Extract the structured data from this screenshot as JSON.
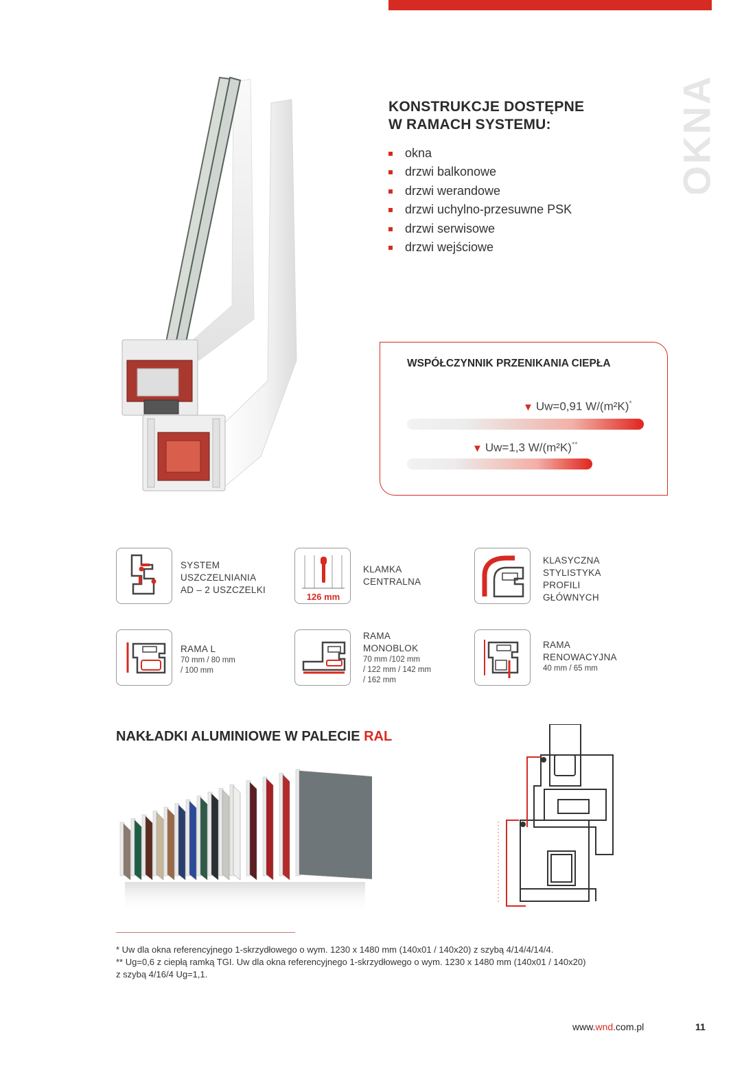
{
  "side_label": "OKNA",
  "constructions": {
    "title_line1": "KONSTRUKCJE DOSTĘPNE",
    "title_line2": "W RAMACH SYSTEMU:",
    "items": [
      "okna",
      "drzwi balkonowe",
      "drzwi werandowe",
      "drzwi uchylno-przesuwne PSK",
      "drzwi serwisowe",
      "drzwi wejściowe"
    ]
  },
  "heat": {
    "title": "WSPÓŁCZYNNIK PRZENIKANIA CIEPŁA",
    "value1": "Uw=0,91 W/(m²K)",
    "mark1": "*",
    "value2": "Uw=1,3 W/(m²K)",
    "mark2": "**"
  },
  "features": {
    "f1": {
      "lines": [
        "SYSTEM",
        "USZCZELNIANIA",
        "AD – 2 USZCZELKI"
      ]
    },
    "f2": {
      "lines": [
        "KLAMKA",
        "CENTRALNA"
      ],
      "badge": "126 mm"
    },
    "f3": {
      "lines": [
        "KLASYCZNA",
        "STYLISTYKA",
        "PROFILI",
        "GŁÓWNYCH"
      ]
    },
    "f4": {
      "lines": [
        "RAMA L"
      ],
      "sub": [
        "70 mm / 80 mm",
        "/ 100 mm"
      ]
    },
    "f5": {
      "lines": [
        "RAMA",
        "MONOBLOK"
      ],
      "sub": [
        "70 mm /102 mm",
        "/ 122 mm / 142 mm",
        "/ 162 mm"
      ]
    },
    "f6": {
      "lines": [
        "RAMA",
        "RENOWACYJNA"
      ],
      "sub": [
        "40 mm / 65 mm"
      ]
    }
  },
  "ral": {
    "title": "NAKŁADKI ALUMINIOWE W PALECIE ",
    "title_red": "RAL"
  },
  "ral_colors": [
    "#8a7a70",
    "#1f5e45",
    "#5b2c20",
    "#c8b79a",
    "#9a6a48",
    "#2a3e6e",
    "#2c4a9a",
    "#2f5a48",
    "#2a2f35",
    "#c9c9c4",
    "#efefed",
    "#5a1f22",
    "#a52025",
    "#b52a2a",
    "#6f7679"
  ],
  "footnotes": [
    "* Uw dla okna referencyjnego 1-skrzydłowego o wym. 1230 x 1480 mm (140x01 / 140x20) z szybą 4/14/4/14/4.",
    "** Ug=0,6 z ciepłą ramką TGI. Uw dla okna referencyjnego 1-skrzydłowego o wym. 1230 x 1480 mm (140x01 / 140x20)",
    "z szybą 4/16/4 Ug=1,1."
  ],
  "footer": {
    "web_prefix": "www.",
    "web_brand": "wnd",
    "web_suffix": ".com.pl",
    "page": "11"
  }
}
